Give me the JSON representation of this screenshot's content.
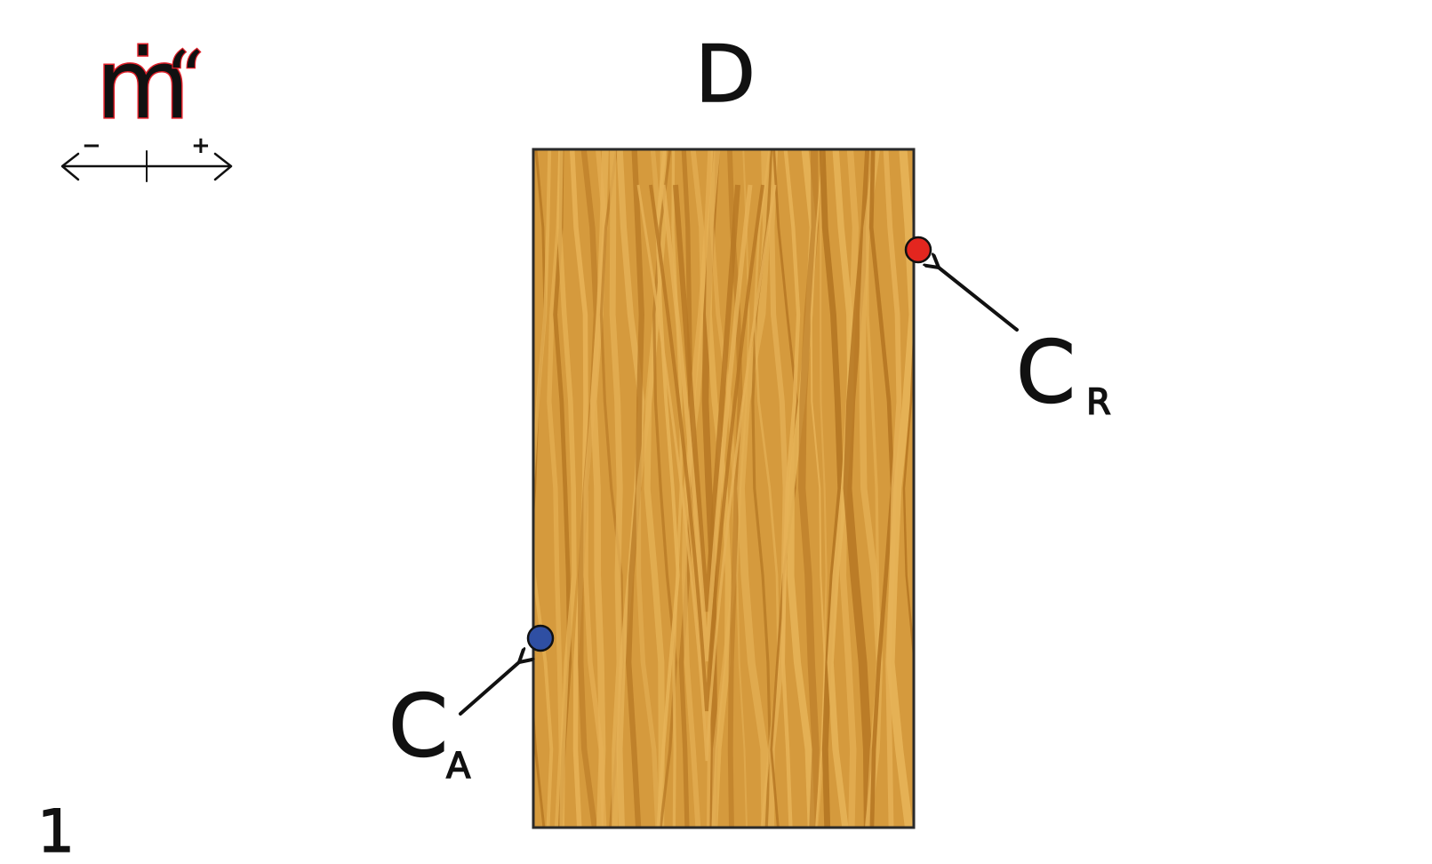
{
  "diagram": {
    "legend": {
      "symbol": "ṁ",
      "quote_mark": "“",
      "minus_label": "−",
      "plus_label": "+"
    },
    "title": "D",
    "callouts": [
      {
        "id": "retreating",
        "main": "C",
        "sub": "R",
        "dot_color": "#e3261f"
      },
      {
        "id": "advancing",
        "main": "C",
        "sub": "A",
        "dot_color": "#2f4fa3"
      }
    ],
    "page_number": "1",
    "wood": {
      "base_color": "#d59a3d",
      "light_grain": "#e6b257",
      "dark_grain": "#b67723",
      "outline_color": "#2a2a2a"
    }
  }
}
